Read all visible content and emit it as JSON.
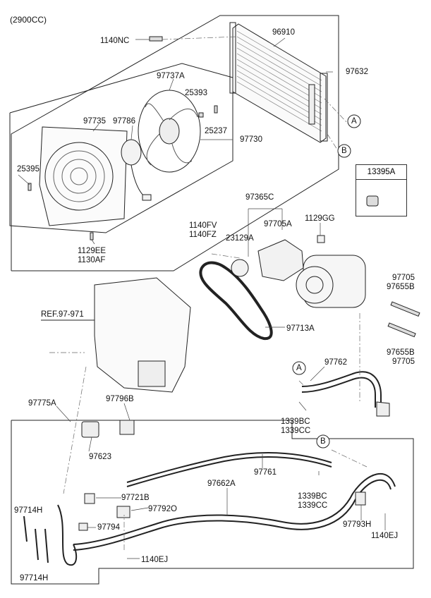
{
  "header": {
    "title": "(2900CC)"
  },
  "callouts": {
    "A": "A",
    "B": "B"
  },
  "box": {
    "label": "13395A"
  },
  "labels": {
    "p1140NC": "1140NC",
    "p96910": "96910",
    "p97632": "97632",
    "p97737A": "97737A",
    "p25393": "25393",
    "p97735": "97735",
    "p97786": "97786",
    "p25237": "25237",
    "p97730": "97730",
    "p25395": "25395",
    "p1129EE": "1129EE",
    "p1130AF": "1130AF",
    "p97365C": "97365C",
    "p1140FV": "1140FV",
    "p1140FZ": "1140FZ",
    "p23129A": "23129A",
    "p97705A": "97705A",
    "p1129GG": "1129GG",
    "p97705_top": "97705",
    "p97655B_top": "97655B",
    "p97713A": "97713A",
    "p97655B_bot": "97655B",
    "p97705_bot": "97705",
    "pREF": "REF.97-971",
    "p97762": "97762",
    "p1339BC_a": "1339BC",
    "p1339CC_a": "1339CC",
    "p97775A": "97775A",
    "p97796B": "97796B",
    "p97623": "97623",
    "p97761": "97761",
    "p97662A": "97662A",
    "p1339BC_b": "1339BC",
    "p1339CC_b": "1339CC",
    "p97721B": "97721B",
    "p97714H_a": "97714H",
    "p97792O": "97792O",
    "p97794": "97794",
    "p97793H": "97793H",
    "p1140EJ_a": "1140EJ",
    "p1140EJ_b": "1140EJ",
    "p97714H_b": "97714H"
  }
}
